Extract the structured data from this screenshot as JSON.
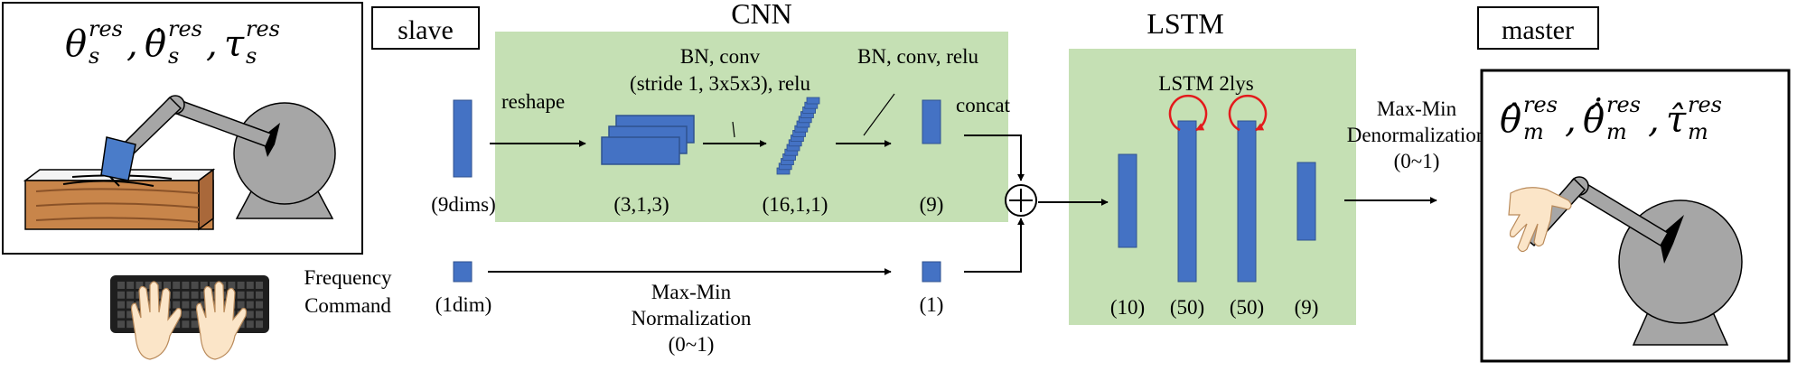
{
  "colors": {
    "panel": "#c5e0b4",
    "block": "#4472c4",
    "block_edge": "#2f528f",
    "recurrent": "#e31a1c",
    "robot_gray": "#a6a6a6",
    "wood": "#c8854a",
    "skin": "#fbe5c8"
  },
  "icons": [
    "slave-robot-icon",
    "master-robot-icon",
    "keyboard-icon",
    "hands-icon",
    "operator-hand-icon",
    "recurrent-loop-icon"
  ],
  "labels": {
    "slave": "slave",
    "master": "master",
    "cnn": "CNN",
    "lstm": "LSTM",
    "reshape": "reshape",
    "conv1": "BN, conv",
    "conv1_detail": "(stride 1, 3x5x3), relu",
    "conv2": "BN, conv, relu",
    "concat": "concat",
    "lstm_layers": "LSTM 2lys",
    "frequency": "Frequency",
    "command": "Command",
    "norm_1": "Max-Min",
    "norm_2": "Normalization",
    "norm_3": "(0~1)",
    "denorm_1": "Max-Min",
    "denorm_2": "Denormalization",
    "denorm_3": "(0~1)"
  },
  "dims": {
    "input": "(9dims)",
    "reshaped": "(3,1,3)",
    "conv_out": "(16,1,1)",
    "cnn_out": "(9)",
    "freq_in": "(1dim)",
    "freq_out": "(1)",
    "lstm_in": "(10)",
    "lstm_h1": "(50)",
    "lstm_h2": "(50)",
    "lstm_out": "(9)"
  },
  "slave_formula": {
    "theta": "θ",
    "theta_dot": "θ̇",
    "tau": "τ",
    "sup": "res",
    "sub": "s",
    "sep": ","
  },
  "master_formula": {
    "theta": "θ̂",
    "theta_dot": "θ̂̇",
    "tau": "τ̂",
    "sup": "res",
    "sub": "m",
    "sep": ","
  }
}
